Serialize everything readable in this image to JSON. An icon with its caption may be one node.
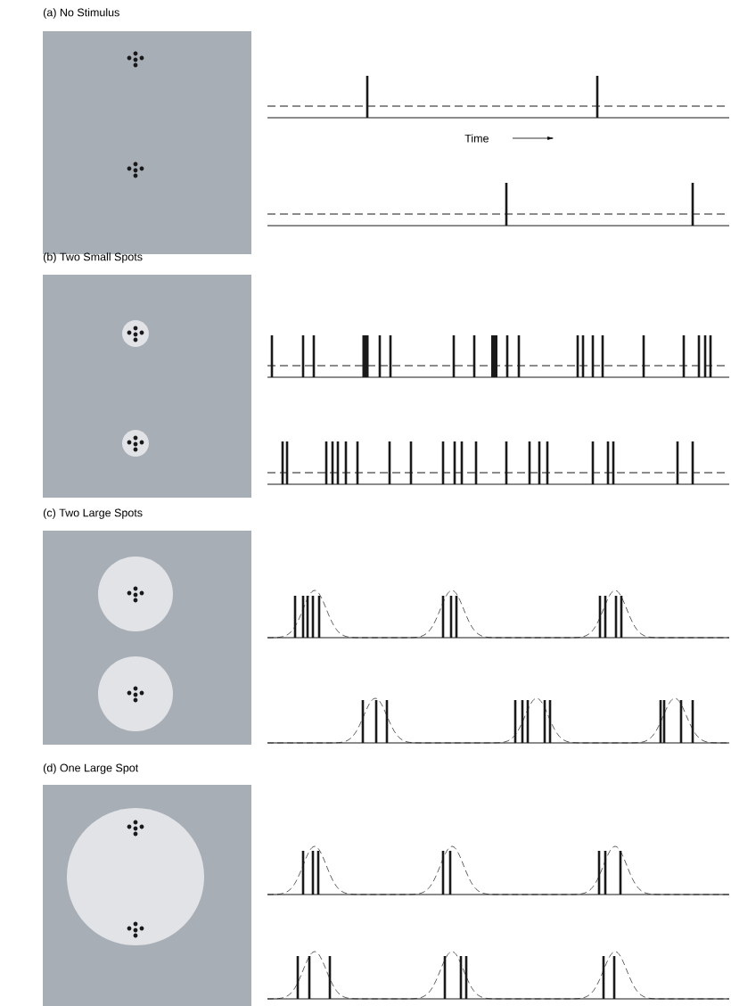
{
  "diagram": {
    "labels": [
      "(a)  No Stimulus",
      "Time",
      "(b)  Two Small Spots",
      "(c)  Two Large Spots",
      "(d)  One Large Spot"
    ]
  }
}
